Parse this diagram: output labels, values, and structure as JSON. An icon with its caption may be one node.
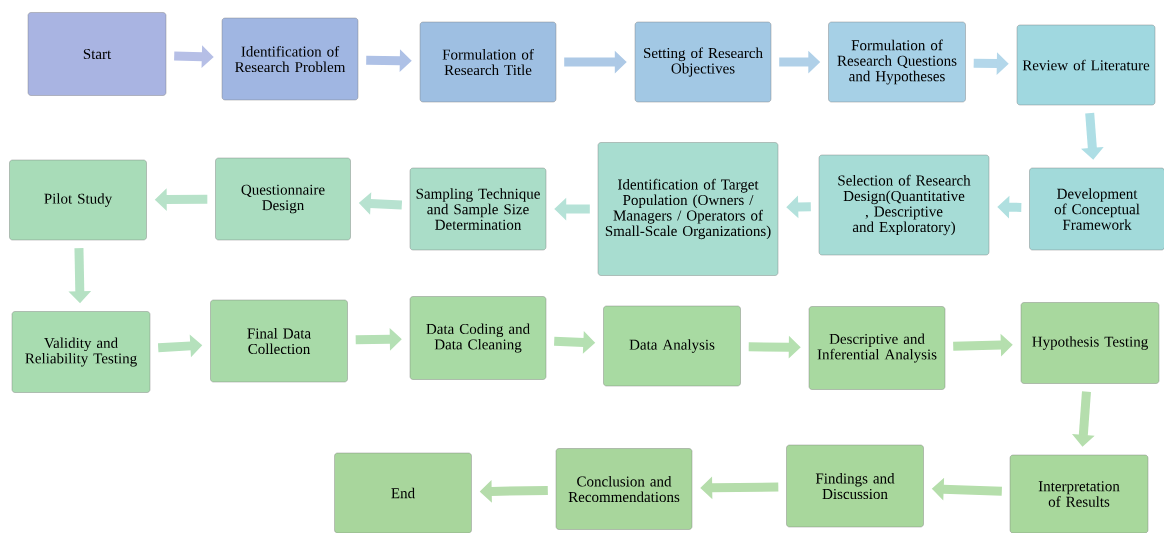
{
  "diagram": {
    "nodes": [
      {
        "text": [
          "Start"
        ]
      },
      {
        "text": [
          "Identification of Research Problem"
        ]
      },
      {
        "text": [
          "Formulation of Research Title"
        ]
      },
      {
        "text": [
          "Setting of Research Objectives"
        ]
      },
      {
        "text": [
          "Formulation of Research Questions and Hypotheses"
        ]
      },
      {
        "text": [
          "Review of Literature"
        ]
      },
      {
        "text": [
          "Development of Conceptual Framework"
        ]
      },
      {
        "text": [
          "Selection of Research Design(Quantitative , Descriptive and Exploratory)"
        ]
      },
      {
        "text": [
          "Identification of Target Population (Owners / Managers / Operators of Small-Scale Organizations)"
        ]
      },
      {
        "text": [
          "Sampling Technique and Sample Size Determination"
        ]
      },
      {
        "text": [
          "Questionnaire Design"
        ]
      },
      {
        "text": [
          "Pilot Study"
        ]
      },
      {
        "text": [
          "Validity and Reliability Testing"
        ]
      },
      {
        "text": [
          "Final Data Collection"
        ]
      },
      {
        "text": [
          "Data Coding and Data Cleaning"
        ]
      },
      {
        "text": [
          "Data Analysis"
        ]
      },
      {
        "text": [
          "Descriptive and Inferential Analysis"
        ]
      },
      {
        "text": [
          "Hypothesis Testing"
        ]
      },
      {
        "text": [
          "Interpretation of Results"
        ]
      },
      {
        "text": [
          "Findings and Discussion"
        ]
      },
      {
        "text": [
          "Conclusion and Recommendations"
        ]
      },
      {
        "text": [
          "End"
        ]
      }
    ],
    "edges": [
      {
        "from": 0,
        "to": 1,
        "arrow": "to"
      },
      {
        "from": 1,
        "to": 2,
        "arrow": "to"
      },
      {
        "from": 2,
        "to": 3,
        "arrow": "to"
      },
      {
        "from": 3,
        "to": 4,
        "arrow": "to"
      },
      {
        "from": 4,
        "to": 5,
        "arrow": "to"
      },
      {
        "from": 5,
        "to": 6,
        "arrow": "to"
      },
      {
        "from": 6,
        "to": 7,
        "arrow": "to"
      },
      {
        "from": 7,
        "to": 8,
        "arrow": "to"
      },
      {
        "from": 8,
        "to": 9,
        "arrow": "to"
      },
      {
        "from": 9,
        "to": 10,
        "arrow": "to"
      },
      {
        "from": 10,
        "to": 11,
        "arrow": "to"
      },
      {
        "from": 11,
        "to": 12,
        "arrow": "to"
      },
      {
        "from": 12,
        "to": 13,
        "arrow": "to"
      },
      {
        "from": 13,
        "to": 14,
        "arrow": "to"
      },
      {
        "from": 14,
        "to": 15,
        "arrow": "to"
      },
      {
        "from": 15,
        "to": 16,
        "arrow": "to"
      },
      {
        "from": 16,
        "to": 17,
        "arrow": "to"
      },
      {
        "from": 17,
        "to": 18,
        "arrow": "to"
      },
      {
        "from": 18,
        "to": 19,
        "arrow": "to"
      },
      {
        "from": 19,
        "to": 20,
        "arrow": "to"
      },
      {
        "from": 20,
        "to": 21,
        "arrow": "to"
      }
    ]
  }
}
